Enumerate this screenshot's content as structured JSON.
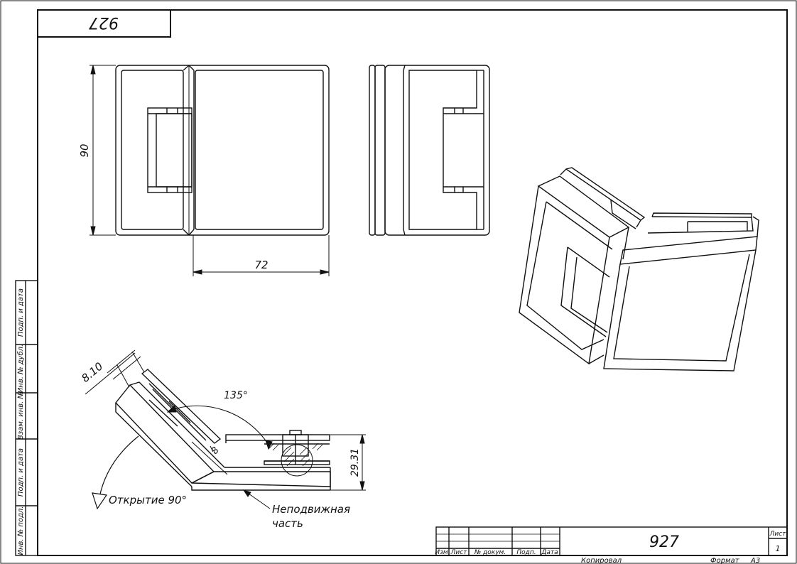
{
  "top_tab": {
    "code": "927"
  },
  "side_stamp": {
    "labels": [
      "Подп. и дата",
      "Инв. № дубл.",
      "Взам. инв. №",
      "Подп. и дата",
      "Инв. № подл."
    ]
  },
  "views": {
    "front": {
      "height_dim": "90",
      "width_dim": "72"
    },
    "section": {
      "thickness_dim": "8.10",
      "angle_dim": "135°",
      "gap_dim": "8",
      "height_dim": "29.31",
      "opening_label": "Открытие 90°",
      "fixed_label_line1": "Неподвижная",
      "fixed_label_line2": "часть"
    }
  },
  "title_block": {
    "designation": "927",
    "col_headers": [
      "Изм.",
      "Лист",
      "№ докум.",
      "Подп.",
      "Дата"
    ],
    "sheet_label": "Лист",
    "sheet_number": "1",
    "copied_label": "Копировал",
    "format_label": "Формат",
    "format_value": "А3"
  }
}
